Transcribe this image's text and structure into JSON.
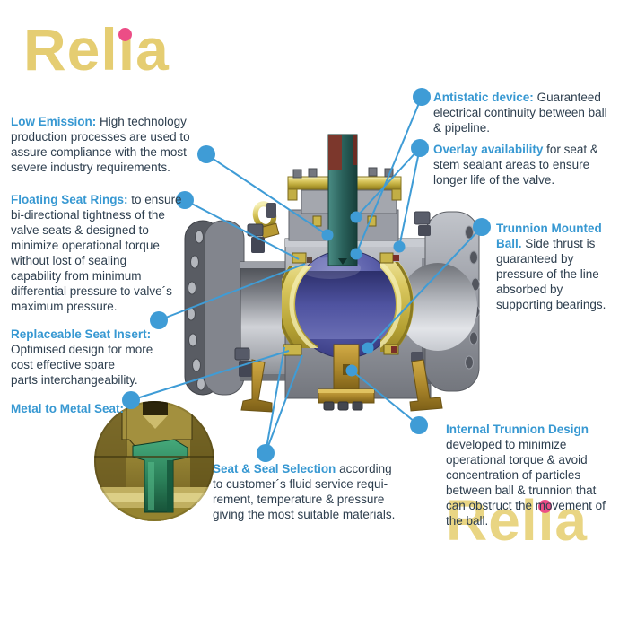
{
  "logo": {
    "part1": "Rel",
    "part2": "ı",
    "part3": "a"
  },
  "colors": {
    "heading_blue": "#3798d2",
    "body_text": "#2d3e4e",
    "leader_blue": "#3f9cd6",
    "logo_gold": "#e5cd72",
    "logo_dot_pink": "#ec4d86",
    "ball_blue": "#5a5ea9",
    "seat_gold": "#d9c75e",
    "stem_teal": "#2a615b",
    "trunnion_brass": "#a8842a"
  },
  "icons": {
    "callout_dot": "filled-circle",
    "leader_line": "thin-line"
  },
  "blocks": {
    "low_emission": {
      "heading": "Low Emission:",
      "lines": [
        "High technology",
        "production processes are used to",
        "assure compliance with the most",
        "severe industry requirements."
      ]
    },
    "floating": {
      "heading": "Floating Seat Rings:",
      "lines": [
        "to ensure",
        "bi-directional tightness of the",
        "valve seats & designed to",
        "minimize operational torque",
        "without lost of sealing",
        "capability from minimum",
        "differential pressure to valve´s",
        "maximum pressure."
      ]
    },
    "replaceable": {
      "heading": "Replaceable Seat Insert:",
      "lines": [
        "Optimised design for more",
        "cost effective spare",
        "parts interchangeability."
      ]
    },
    "metal": {
      "heading": "Metal to Metal Seat:"
    },
    "antistatic": {
      "heading": "Antistatic device:",
      "lines": [
        "Guaranteed",
        "electrical continuity between ball",
        "& pipeline."
      ]
    },
    "overlay": {
      "heading": "Overlay availability",
      "lines": [
        "for seat &",
        "stem sealant areas to ensure",
        "longer life of the valve."
      ]
    },
    "trunnion": {
      "heading": "Trunnion Mounted",
      "heading2": "Ball.",
      "lines": [
        "Side thrust is",
        "guaranteed by",
        "pressure of the line",
        "absorbed by",
        "supporting bearings."
      ]
    },
    "internal": {
      "heading": "Internal Trunnion Design",
      "lines": [
        "developed to minimize",
        "operational torque & avoid",
        "concentration of particles",
        "between ball & trunnion that",
        "can obstruct the movement of",
        "the ball."
      ]
    },
    "seat_seal": {
      "heading": "Seat & Seal Selection",
      "lines": [
        "according",
        "to customer´s fluid service requi-",
        "rement, temperature & pressure",
        "giving the most suitable materials."
      ]
    }
  }
}
